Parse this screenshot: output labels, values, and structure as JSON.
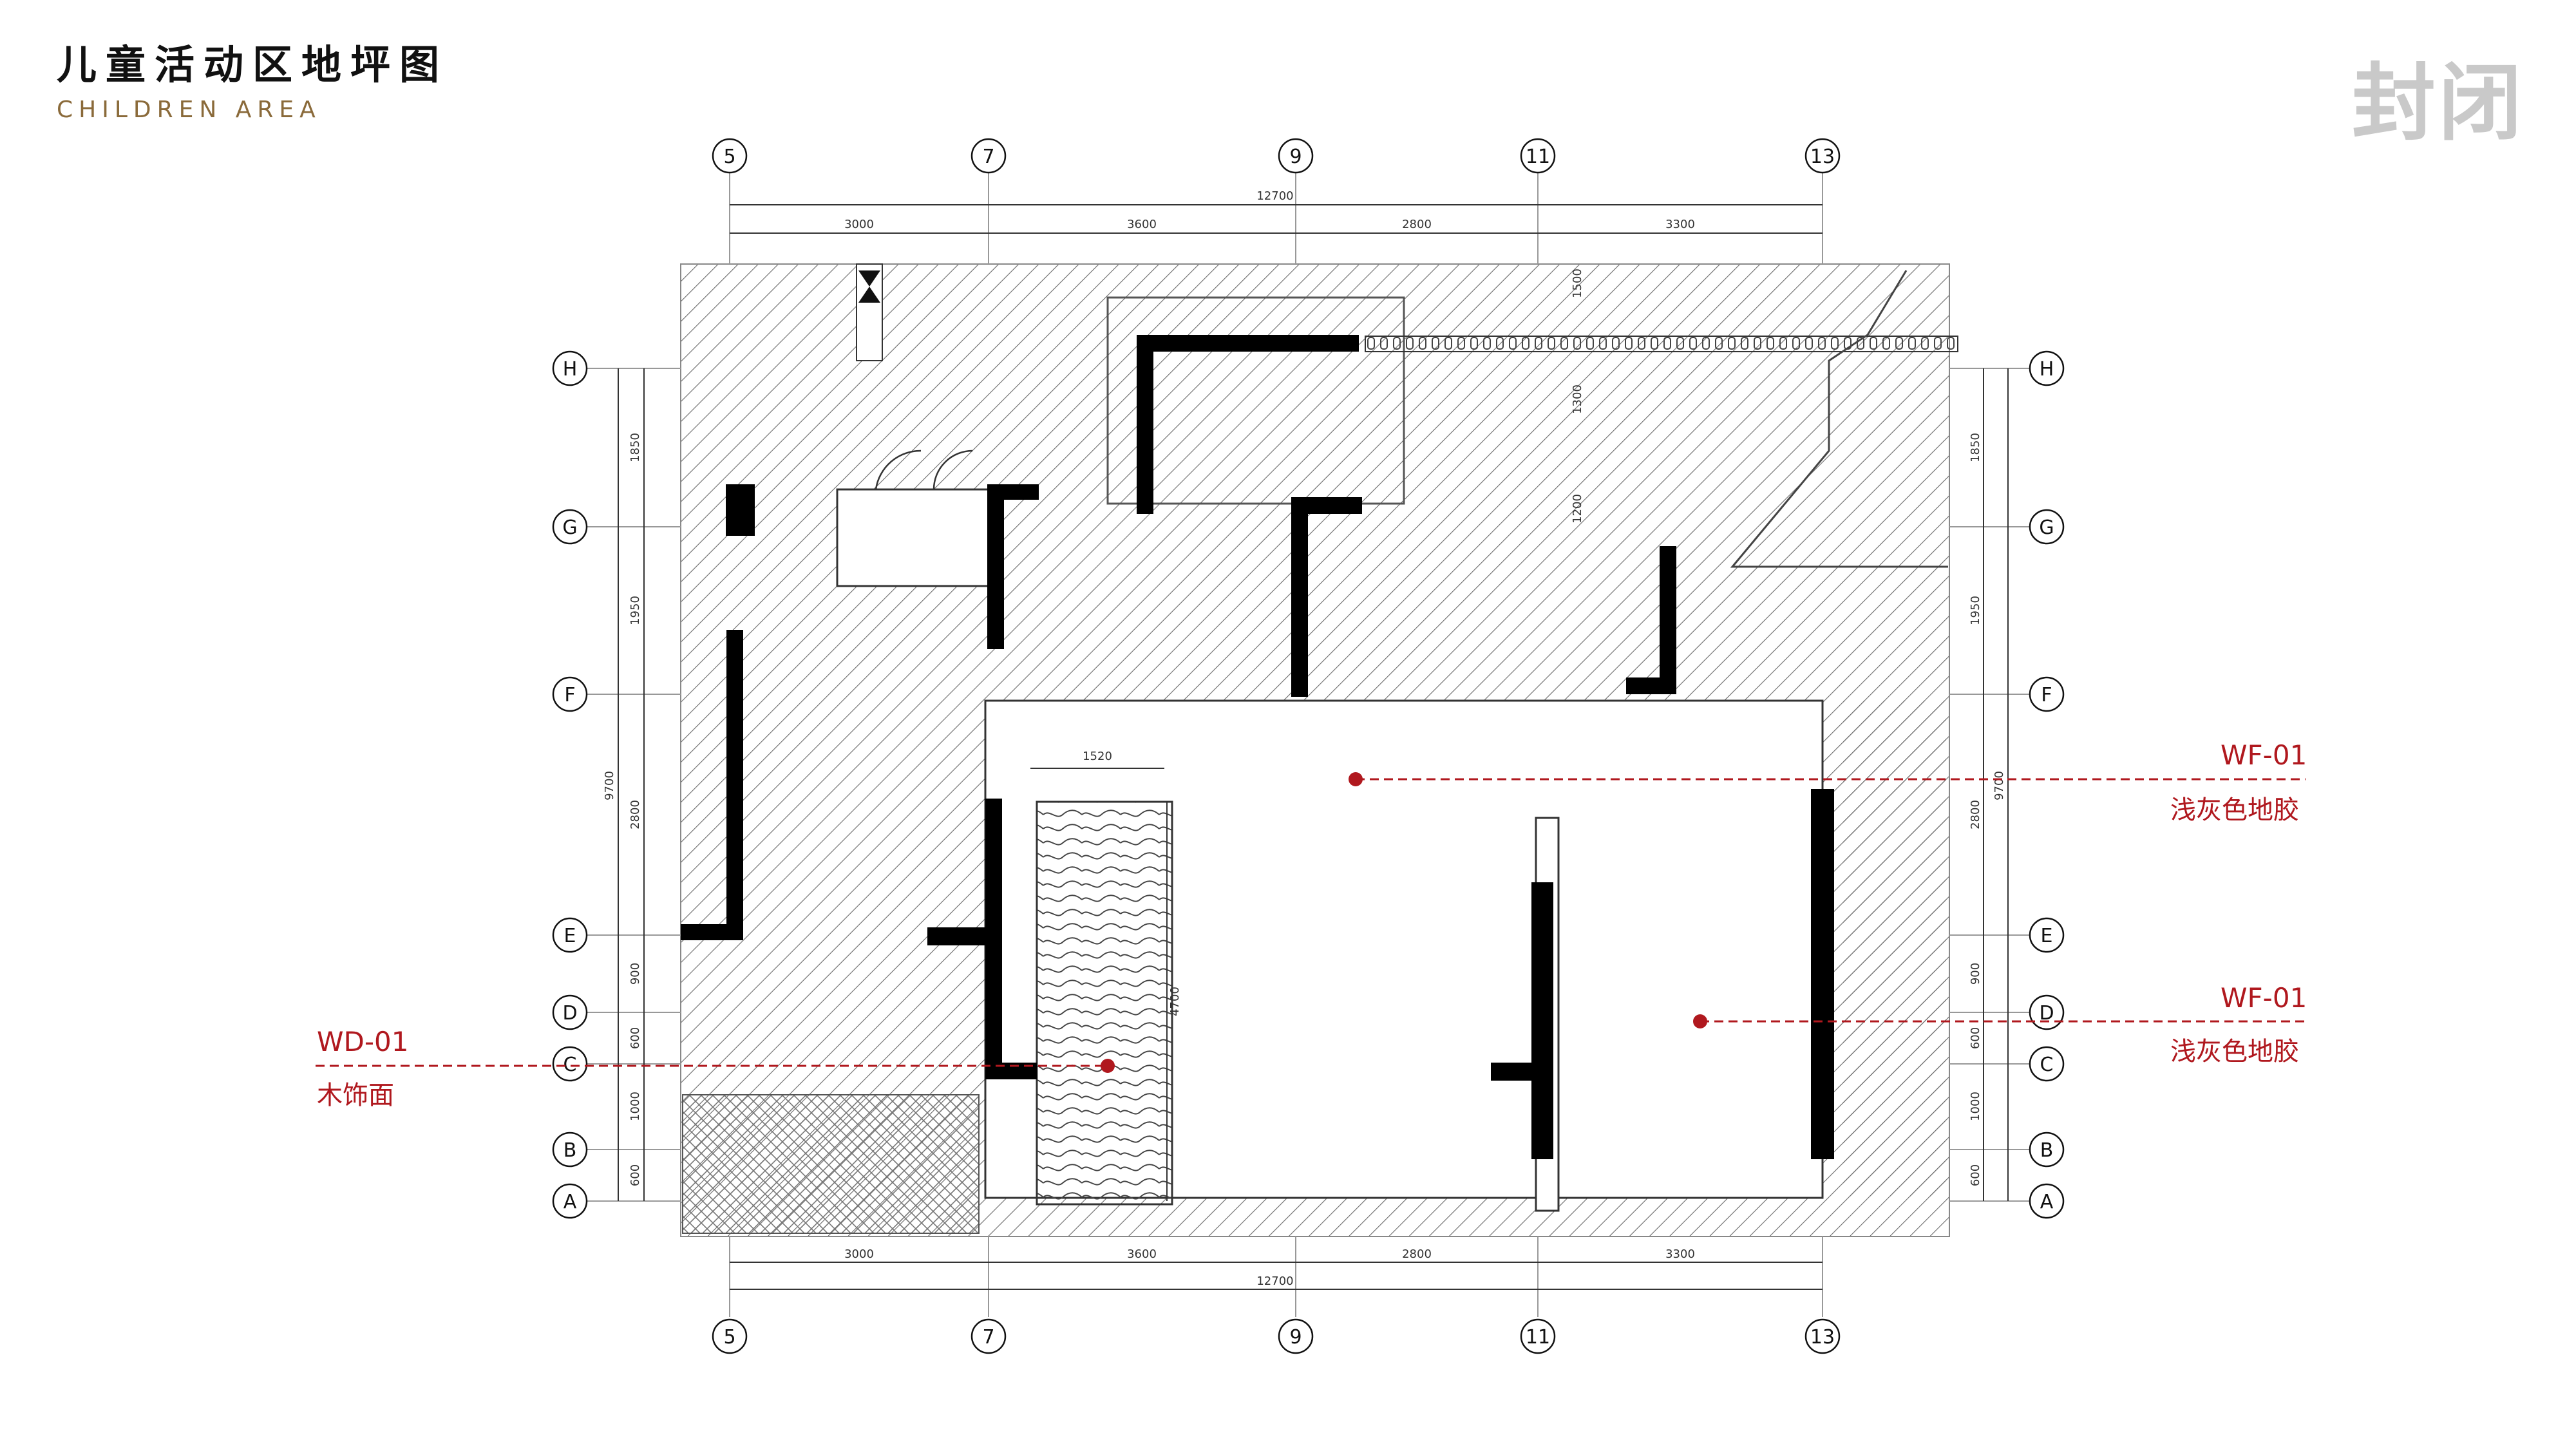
{
  "header": {
    "title_cn": "儿童活动区地坪图",
    "title_en": "CHILDREN AREA",
    "stamp": "封闭"
  },
  "axes": {
    "columns": [
      "5",
      "7",
      "9",
      "11",
      "13"
    ],
    "rows": [
      "H",
      "G",
      "F",
      "E",
      "D",
      "C",
      "B",
      "A"
    ]
  },
  "dimensions": {
    "total": "12700",
    "spans": [
      "3000",
      "3600",
      "2800",
      "3300"
    ],
    "row_total": "9700",
    "row_spans": [
      "1850",
      "1950",
      "2800",
      "900",
      "600",
      "1000",
      "600"
    ],
    "inner": {
      "d1520": "1520",
      "d4700": "4700",
      "d1500": "1500",
      "d1300": "1300",
      "d1200": "1200"
    }
  },
  "callouts": [
    {
      "code": "WD-01",
      "name": "木饰面"
    },
    {
      "code": "WF-01",
      "name": "浅灰色地胶"
    },
    {
      "code": "WF-01",
      "name": "浅灰色地胶"
    }
  ],
  "colors": {
    "accent": "#b0181e",
    "wall": "#000000",
    "hatch": "#555555",
    "stamp": "#c9c9c9"
  }
}
